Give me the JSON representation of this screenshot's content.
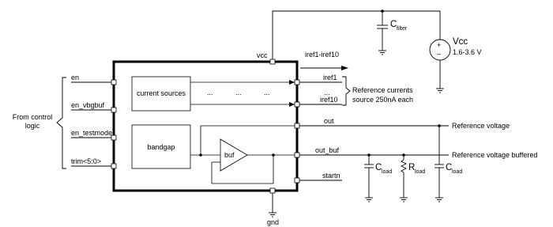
{
  "labels": {
    "vcc": "vcc",
    "gnd": "gnd",
    "en": "en",
    "en_vbgbuf": "en_vbgbuf",
    "en_testmode": "en_testmode",
    "trim": "trim<5:0>",
    "from_control_1": "From control",
    "from_control_2": "logic",
    "current_sources": "current sources",
    "bandgap": "bandgap",
    "buf": "buf",
    "iref_bus": "iref1-iref10",
    "iref1": "iref1",
    "iref10": "iref10",
    "dots": "...",
    "ref_currents_1": "Reference currents",
    "ref_currents_2": "source 250nA each",
    "out": "out",
    "out_buf": "out_buf",
    "startn": "startn",
    "ref_voltage": "Reference voltage",
    "ref_voltage_buffered": "Reference voltage buffered",
    "cfilter_main": "C",
    "cfilter_sub": "filter",
    "vcc_source": "Vcc",
    "vcc_range": "1.6-3.6 V",
    "cload_main": "C",
    "cload_sub": "load",
    "rload_main": "R",
    "rload_sub": "load",
    "plus": "+",
    "minus": "–"
  }
}
